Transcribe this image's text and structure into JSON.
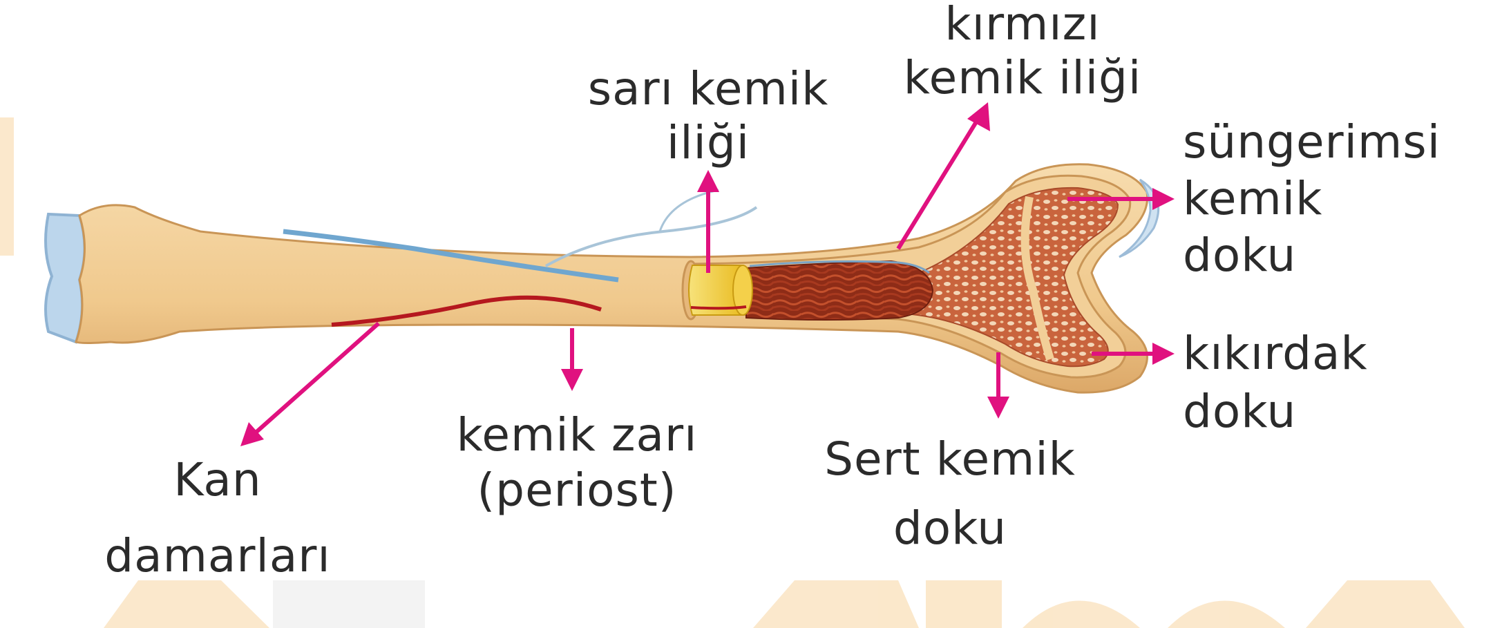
{
  "colors": {
    "arrow": "#e0117f",
    "bone": "#f2cf98",
    "bone_shade": "#dca868",
    "cartilage": "#bcd6ec",
    "red_marrow": "#8e2c17",
    "yellow_marrow": "#f3d22a",
    "spongy": "#c9643d",
    "vein": "#6fa6cf",
    "artery": "#b5181f",
    "watermark": "#fbe6c6"
  },
  "labels": {
    "kirmizi_kemik_iligi": {
      "line1": "kırmızı",
      "line2": "kemik iliği"
    },
    "sari_kemik_iligi": {
      "line1": "sarı kemik",
      "line2": "iliği"
    },
    "sungerimsi_kemik_doku": {
      "line1": "süngerimsi",
      "line2": "kemik",
      "line3": "doku"
    },
    "kikirdak_doku": {
      "line1": "kıkırdak",
      "line2": "doku"
    },
    "sert_kemik_doku": {
      "line1": "Sert kemik",
      "line2": "doku"
    },
    "kemik_zari": {
      "line1": "kemik zarı",
      "line2": "(periost)"
    },
    "kan_damarlari": {
      "line1": "Kan",
      "line2": "damarları"
    }
  }
}
